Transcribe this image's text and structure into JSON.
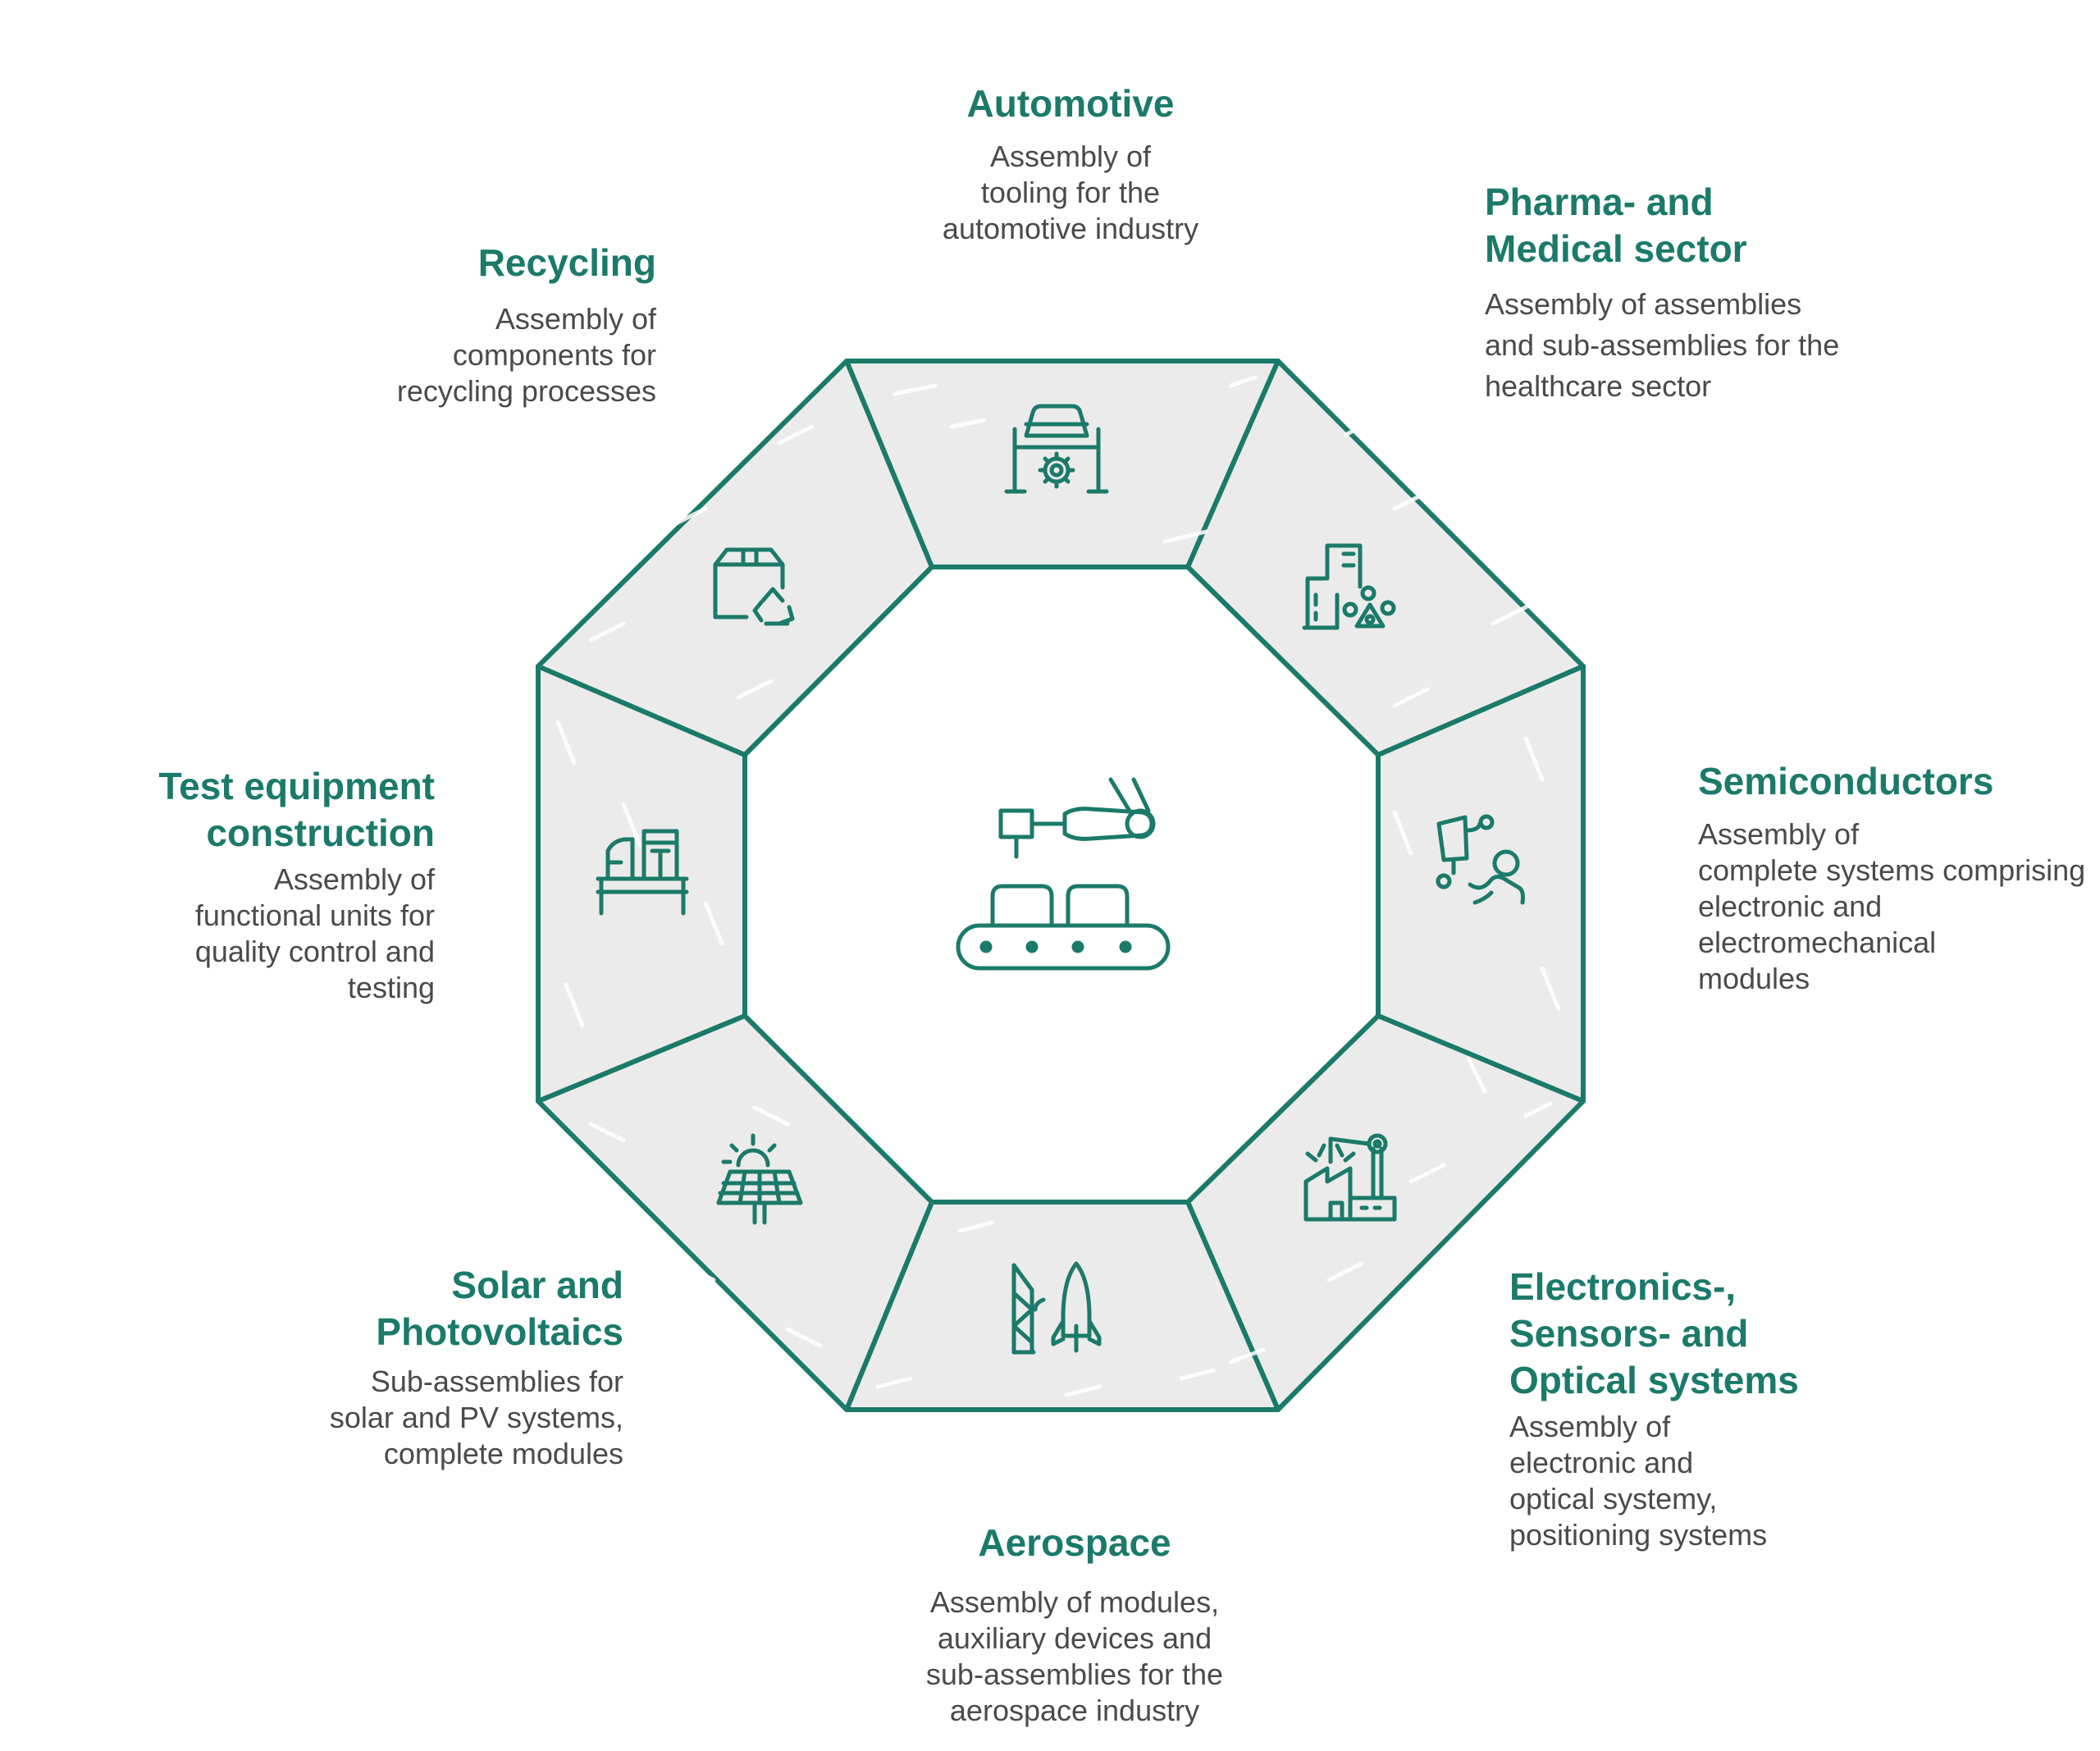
{
  "colors": {
    "accent": "#1b7a6a",
    "segment_fill": "#ebebeb",
    "body_text": "#4a4a4a"
  },
  "center": {
    "icon": "robot-arm-conveyor-icon"
  },
  "sectors": [
    {
      "id": "automotive",
      "title": "Automotive",
      "description": "Assembly of\ntooling for the\nautomotive industry",
      "icon": "car-lift-gear-icon"
    },
    {
      "id": "pharma",
      "title": "Pharma- and\nMedical sector",
      "description": "Assembly of assemblies\nand sub-assemblies for the\nhealthcare sector",
      "icon": "pharma-factory-icon"
    },
    {
      "id": "semiconductors",
      "title": "Semiconductors",
      "description": "Assembly of\ncomplete systems comprising\nelectronic and\nelectromechanical\nmodules",
      "icon": "robot-operator-icon"
    },
    {
      "id": "electronics",
      "title": "Electronics-,\nSensors- and\nOptical systems",
      "description": "Assembly of\nelectronic and\noptical systemy,\npositioning systems",
      "icon": "factory-gripper-icon"
    },
    {
      "id": "aerospace",
      "title": "Aerospace",
      "description": "Assembly of modules,\nauxiliary devices and\nsub-assemblies for the\naerospace industry",
      "icon": "rocket-launch-tower-icon"
    },
    {
      "id": "solar",
      "title": "Solar and\nPhotovoltaics",
      "description": "Sub-assemblies for\nsolar and PV systems,\ncomplete modules",
      "icon": "solar-panel-icon"
    },
    {
      "id": "test",
      "title": "Test equipment\nconstruction",
      "description": "Assembly of\nfunctional units for\nquality control and\ntesting",
      "icon": "test-equipment-icon"
    },
    {
      "id": "recycling",
      "title": "Recycling",
      "description": "Assembly of\ncomponents for\nrecycling processes",
      "icon": "box-recycle-icon"
    }
  ]
}
